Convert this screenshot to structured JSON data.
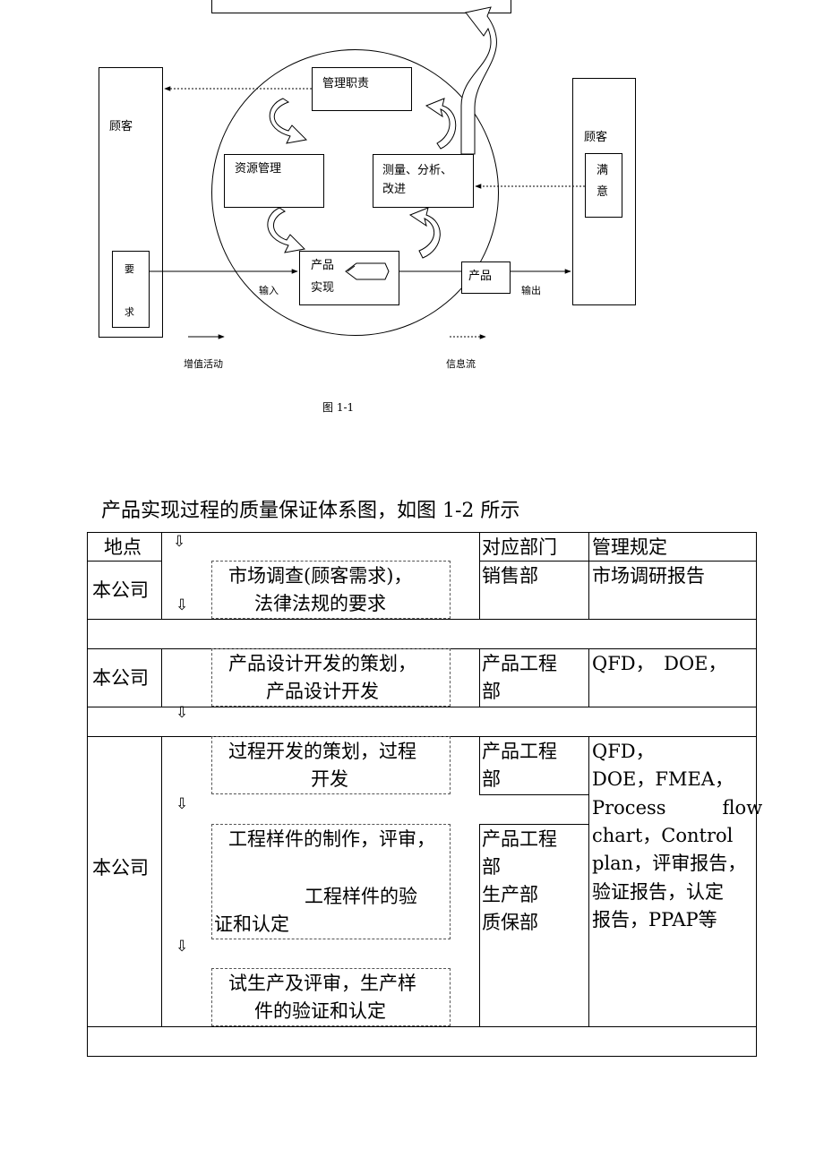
{
  "diagram": {
    "customer_left": "顾客",
    "requirement": [
      "要",
      "求"
    ],
    "management": "管理职责",
    "resource": "资源管理",
    "measure": [
      "测量、分析、",
      "改进"
    ],
    "realize": [
      "产品",
      "实现"
    ],
    "product_box": "产品",
    "input_label": "输入",
    "output_label": "输出",
    "customer_right": "顾客",
    "satisfied": [
      "满",
      "意"
    ],
    "legend_value": "增值活动",
    "legend_info": "信息流",
    "figure_caption": "图 1-1"
  },
  "intro_text": "产品实现过程的质量保证体系图，如图 1-2 所示",
  "table": {
    "header_location": "地点",
    "header_dept": "对应部门",
    "header_rule": "管理规定",
    "loc": [
      "本公司",
      "本公司",
      "本公司"
    ],
    "step1": [
      "市场调查(顾客需求)，",
      "法律法规的要求"
    ],
    "dept1": "销售部",
    "rule1": "市场调研报告",
    "step2": [
      "产品设计开发的策划，",
      "产品设计开发"
    ],
    "dept2": [
      "产品工程",
      "部"
    ],
    "rule2": "QFD，　DOE，",
    "step3": [
      "过程开发的策划，过程",
      "开发"
    ],
    "dept3": [
      "产品工程",
      "部"
    ],
    "step4": [
      "工程样件的制作，评审，",
      "工程样件的验",
      "证和认定"
    ],
    "dept4": [
      "产品工程",
      "部",
      "生产部",
      "质保部"
    ],
    "step5": [
      "试生产及评审，生产样",
      "件的验证和认定"
    ],
    "rule3": [
      "QFD，",
      "DOE，FMEA，",
      "Process　　　flow",
      "chart，Control",
      "plan，评审报告，",
      "验证报告，认定",
      "报告，PPAP等"
    ],
    "down_arrow": "⇩"
  }
}
